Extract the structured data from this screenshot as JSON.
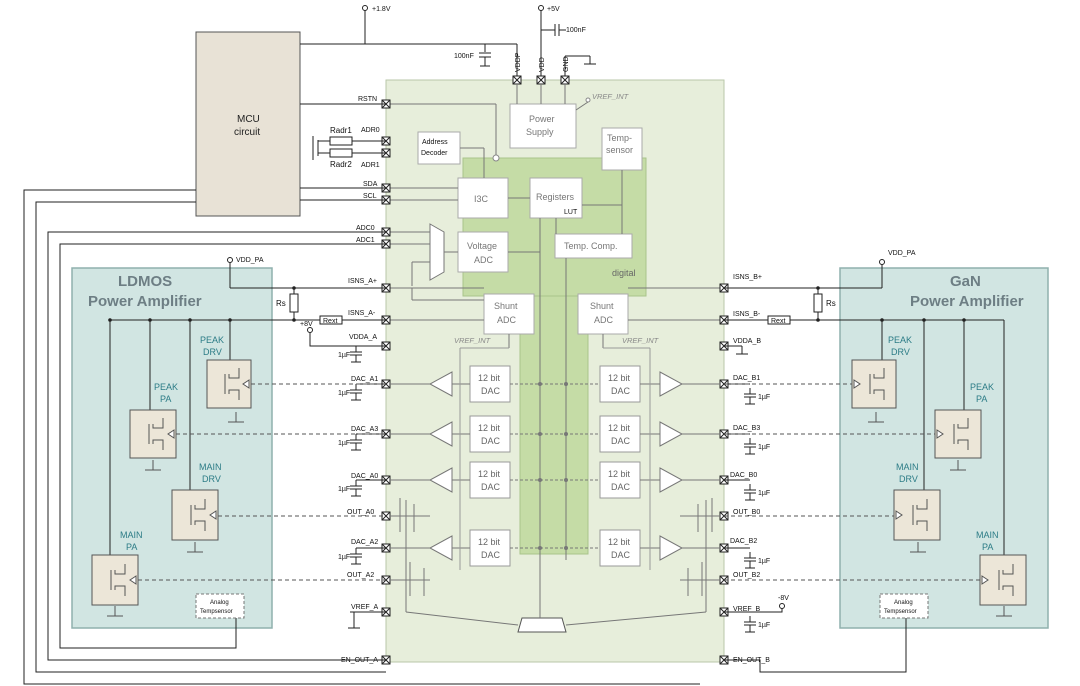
{
  "supplies": {
    "v18": "+1.8V",
    "v5": "+5V",
    "v8p": "+8V",
    "v8n": "-8V",
    "vdd_pa_left": "VDD_PA",
    "vdd_pa_right": "VDD_PA"
  },
  "caps": {
    "c100n_a": "100nF",
    "c100n_b": "100nF",
    "c1u": "1µF"
  },
  "mcu": {
    "line1": "MCU",
    "line2": "circuit"
  },
  "resistors": {
    "radr1": "Radr1",
    "radr2": "Radr2",
    "rs": "Rs",
    "rext": "Rext"
  },
  "chip": {
    "top_pins": [
      "VDDP",
      "VDD",
      "GND"
    ],
    "left_pins": [
      "RSTN",
      "ADR0",
      "ADR1",
      "SDA",
      "SCL",
      "ADC0",
      "ADC1",
      "ISNS_A+",
      "ISNS_A-",
      "VDDA_A",
      "DAC_A1",
      "DAC_A3",
      "DAC_A0",
      "OUT_A0",
      "DAC_A2",
      "OUT_A2",
      "VREF_A",
      "EN_OUT_A"
    ],
    "right_pins": [
      "ISNS_B+",
      "ISNS_B-",
      "VDDA_B",
      "DAC_B1",
      "DAC_B3",
      "DAC_B0",
      "OUT_B0",
      "DAC_B2",
      "OUT_B2",
      "VREF_B",
      "EN_OUT_B"
    ],
    "vref_int": "VREF_INT",
    "power_supply": [
      "Power",
      "Supply"
    ],
    "address_decoder": [
      "Address",
      "Decoder"
    ],
    "temp_sensor": [
      "Temp-",
      "sensor"
    ],
    "i3c": "I3C",
    "registers": "Registers",
    "lut": "LUT",
    "voltage_adc": [
      "Voltage",
      "ADC"
    ],
    "temp_comp": "Temp. Comp.",
    "digital": "digital",
    "shunt_adc": [
      "Shunt",
      "ADC"
    ],
    "dac": [
      "12 bit",
      "DAC"
    ]
  },
  "ldmos": {
    "title1": "LDMOS",
    "title2": "Power Amplifier",
    "peak_drv": [
      "PEAK",
      "DRV"
    ],
    "peak_pa": [
      "PEAK",
      "PA"
    ],
    "main_drv": [
      "MAIN",
      "DRV"
    ],
    "main_pa": [
      "MAIN",
      "PA"
    ],
    "temp": [
      "Analog",
      "Tempsensor"
    ]
  },
  "gan": {
    "title1": "GaN",
    "title2": "Power Amplifier",
    "peak_drv": [
      "PEAK",
      "DRV"
    ],
    "peak_pa": [
      "PEAK",
      "PA"
    ],
    "main_drv": [
      "MAIN",
      "DRV"
    ],
    "main_pa": [
      "MAIN",
      "PA"
    ],
    "temp": [
      "Analog",
      "Tempsensor"
    ]
  },
  "colors": {
    "chip_fill": "#e7eedb",
    "digital_fill": "#c5dca6",
    "pa_fill": "#d1e5e2",
    "pa_stroke": "#8fb0ad",
    "transistor_fill": "#ece6d8"
  }
}
